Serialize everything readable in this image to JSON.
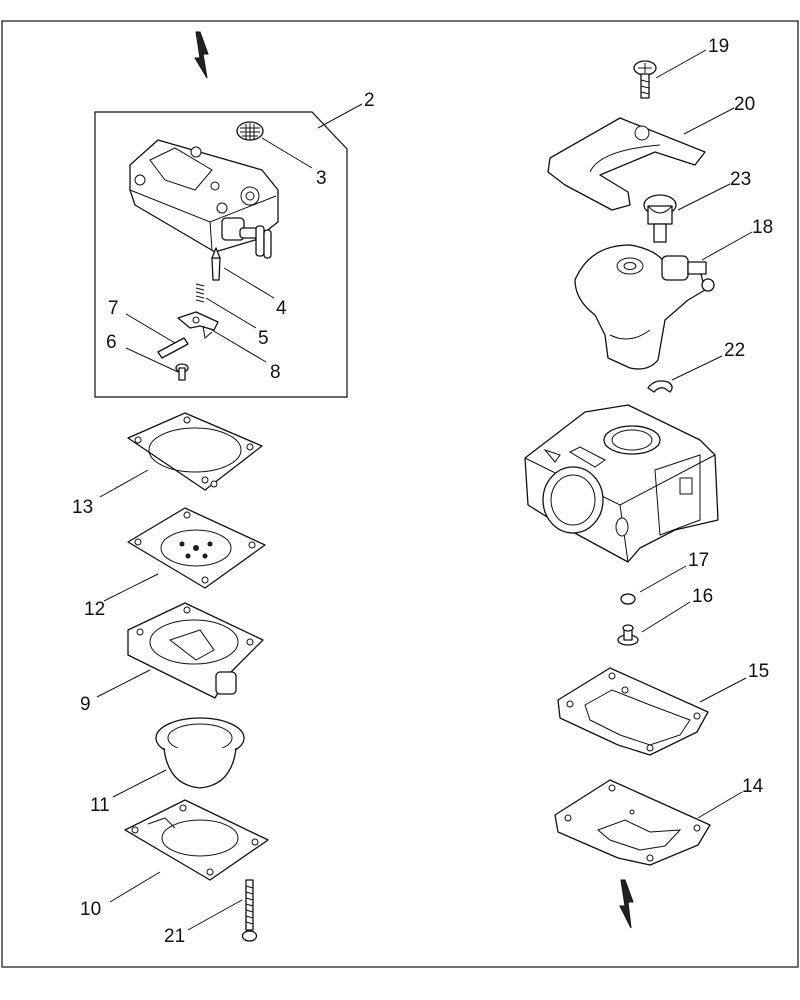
{
  "callouts": {
    "c2": "2",
    "c3": "3",
    "c4": "4",
    "c5": "5",
    "c6": "6",
    "c7": "7",
    "c8": "8",
    "c9": "9",
    "c10": "10",
    "c11": "11",
    "c12": "12",
    "c13": "13",
    "c14": "14",
    "c15": "15",
    "c16": "16",
    "c17": "17",
    "c18": "18",
    "c19": "19",
    "c20": "20",
    "c21": "21",
    "c22": "22",
    "c23": "23"
  },
  "icons": {
    "direction_marker": "lightning-arrow-icon"
  },
  "colors": {
    "line": "#111111",
    "background": "#ffffff"
  }
}
